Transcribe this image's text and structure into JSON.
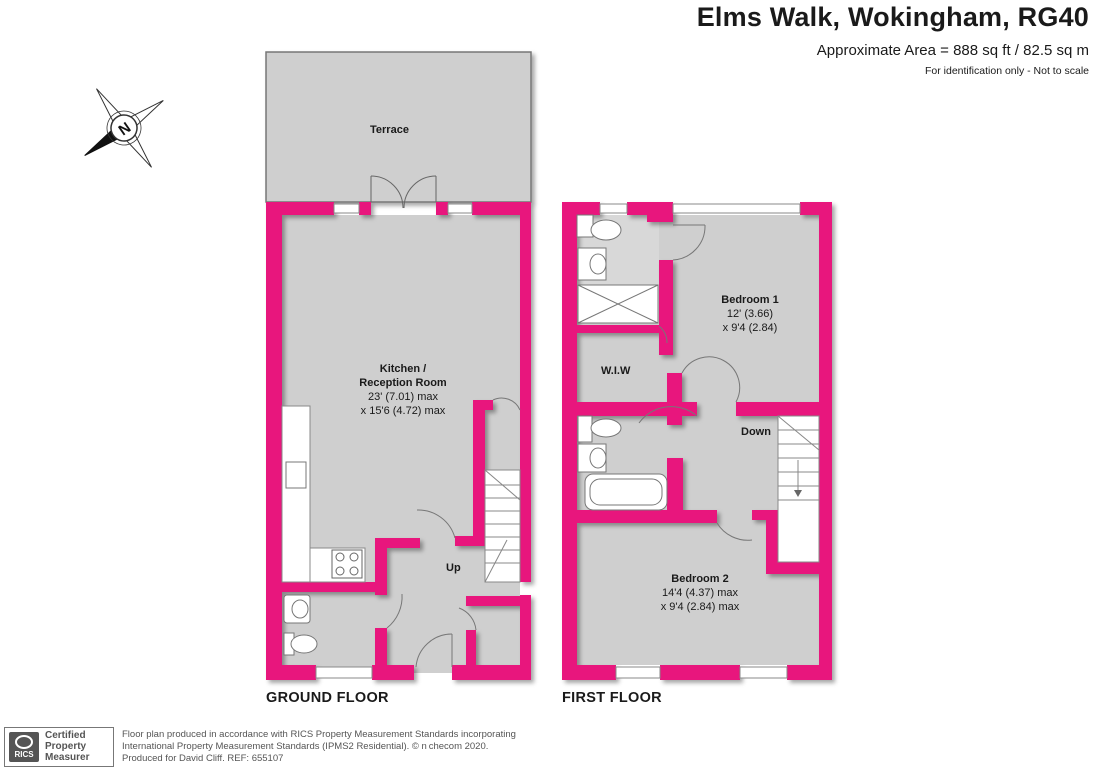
{
  "header": {
    "title": "Elms Walk, Wokingham, RG40",
    "area": "Approximate Area = 888 sq ft / 82.5 sq m",
    "note": "For identification only - Not to scale"
  },
  "compass": {
    "letter": "N",
    "icon": "compass-icon"
  },
  "ground_floor": {
    "label": "GROUND FLOOR",
    "terrace": "Terrace",
    "kitchen": {
      "name_line1": "Kitchen /",
      "name_line2": "Reception Room",
      "dim_line1": "23' (7.01) max",
      "dim_line2": "x 15'6 (4.72) max"
    },
    "stairs_label": "Up"
  },
  "first_floor": {
    "label": "FIRST FLOOR",
    "bedroom1": {
      "name": "Bedroom 1",
      "dim_line1": "12' (3.66)",
      "dim_line2": "x 9'4 (2.84)"
    },
    "wiw": "W.I.W",
    "stairs_label": "Down",
    "bedroom2": {
      "name": "Bedroom 2",
      "dim_line1": "14'4 (4.37) max",
      "dim_line2": "x 9'4 (2.84) max"
    }
  },
  "footer": {
    "badge_line1": "Certified",
    "badge_line2": "Property",
    "badge_line3": "Measurer",
    "badge_logo": "RICS",
    "line1": "Floor plan produced in accordance with RICS Property Measurement Standards incorporating",
    "line2": "International Property Measurement Standards (IPMS2 Residential).  © n checom 2020.",
    "line3": "Produced for David Cliff.   REF:  655107"
  },
  "colors": {
    "wall": "#e8127d",
    "floor": "#cfcfcf",
    "shadow": "#9a9a9a",
    "fixture": "#ffffff"
  }
}
